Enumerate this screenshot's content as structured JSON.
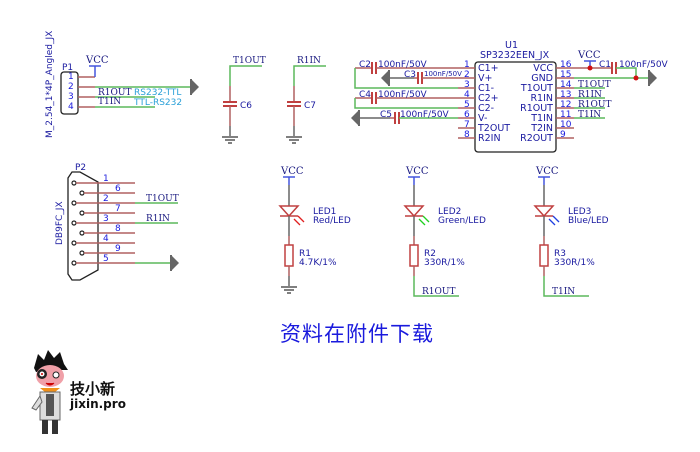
{
  "title": "资料在附件下载",
  "brand": {
    "name": "技小新",
    "url": "jixin.pro"
  },
  "p1": {
    "ref": "P1",
    "footprint": "M_2.54_1*4P_Angled_JX",
    "pins": [
      "1",
      "2",
      "3",
      "4"
    ],
    "vcc": "VCC",
    "nets": {
      "pin3": "R1OUT",
      "pin4": "T1IN"
    },
    "notes": [
      "RS232-TTL",
      "TTL-RS232"
    ]
  },
  "c6": {
    "ref": "C6",
    "net": "T1OUT"
  },
  "c7": {
    "ref": "C7",
    "net": "R1IN"
  },
  "u1": {
    "ref": "U1",
    "part": "SP3232EEN_JX",
    "left_pins": [
      {
        "num": "1",
        "name": "C1+"
      },
      {
        "num": "2",
        "name": "V+"
      },
      {
        "num": "3",
        "name": "C1-"
      },
      {
        "num": "4",
        "name": "C2+"
      },
      {
        "num": "5",
        "name": "C2-"
      },
      {
        "num": "6",
        "name": "V-"
      },
      {
        "num": "7",
        "name": "T2OUT"
      },
      {
        "num": "8",
        "name": "R2IN"
      }
    ],
    "right_pins": [
      {
        "num": "16",
        "name": "VCC"
      },
      {
        "num": "15",
        "name": "GND"
      },
      {
        "num": "14",
        "name": "T1OUT"
      },
      {
        "num": "13",
        "name": "R1IN"
      },
      {
        "num": "12",
        "name": "R1OUT"
      },
      {
        "num": "11",
        "name": "T1IN"
      },
      {
        "num": "10",
        "name": "T2IN"
      },
      {
        "num": "9",
        "name": "R2OUT"
      }
    ],
    "right_nets": [
      "T1OUT",
      "R1IN",
      "R1OUT",
      "T1IN"
    ],
    "vcc": "VCC"
  },
  "caps": [
    {
      "ref": "C2",
      "value": "100nF/50V"
    },
    {
      "ref": "C3",
      "value": "100nF/50V"
    },
    {
      "ref": "C4",
      "value": "100nF/50V"
    },
    {
      "ref": "C5",
      "value": "100nF/50V"
    },
    {
      "ref": "C1",
      "value": "100nF/50V"
    }
  ],
  "p2": {
    "ref": "P2",
    "footprint": "DB9FC_JX",
    "pins": [
      "1",
      "6",
      "2",
      "7",
      "3",
      "8",
      "4",
      "9",
      "5"
    ],
    "nets": {
      "pin2": "T1OUT",
      "pin3": "R1IN"
    }
  },
  "leds": [
    {
      "ref": "LED1",
      "desc": "Red/LED",
      "vcc": "VCC",
      "res_ref": "R1",
      "res_val": "4.7K/1%",
      "net": "",
      "color": "#e02020"
    },
    {
      "ref": "LED2",
      "desc": "Green/LED",
      "vcc": "VCC",
      "res_ref": "R2",
      "res_val": "330R/1%",
      "net": "R1OUT",
      "color": "#20d020"
    },
    {
      "ref": "LED3",
      "desc": "Blue/LED",
      "vcc": "VCC",
      "res_ref": "R3",
      "res_val": "330R/1%",
      "net": "T1IN",
      "color": "#2040e0"
    }
  ]
}
